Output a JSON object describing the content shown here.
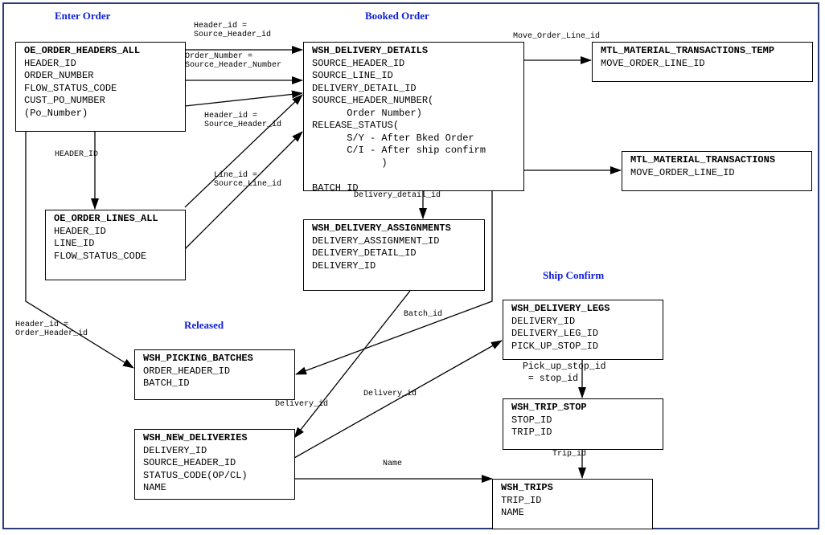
{
  "sections": {
    "enter_order": "Enter Order",
    "booked_order": "Booked Order",
    "released": "Released",
    "ship_confirm": "Ship Confirm"
  },
  "tables": {
    "oe_order_headers_all": {
      "name": "OE_ORDER_HEADERS_ALL",
      "columns": [
        "HEADER_ID",
        "ORDER_NUMBER",
        "FLOW_STATUS_CODE",
        "CUST_PO_NUMBER",
        "(Po_Number)"
      ]
    },
    "oe_order_lines_all": {
      "name": "OE_ORDER_LINES_ALL",
      "columns": [
        "HEADER_ID",
        "LINE_ID",
        "FLOW_STATUS_CODE"
      ]
    },
    "wsh_delivery_details": {
      "name": "WSH_DELIVERY_DETAILS",
      "columns": [
        "SOURCE_HEADER_ID",
        "SOURCE_LINE_ID",
        "DELIVERY_DETAIL_ID",
        "SOURCE_HEADER_NUMBER(",
        "      Order Number)",
        "RELEASE_STATUS(",
        "      S/Y - After Bked Order",
        "      C/I - After ship confirm",
        "            )",
        "",
        "BATCH_ID"
      ]
    },
    "mtl_material_transactions_temp": {
      "name": "MTL_MATERIAL_TRANSACTIONS_TEMP",
      "columns": [
        "MOVE_ORDER_LINE_ID"
      ]
    },
    "mtl_material_transactions": {
      "name": "MTL_MATERIAL_TRANSACTIONS",
      "columns": [
        "MOVE_ORDER_LINE_ID"
      ]
    },
    "wsh_delivery_assignments": {
      "name": "WSH_DELIVERY_ASSIGNMENTS",
      "columns": [
        "DELIVERY_ASSIGNMENT_ID",
        "DELIVERY_DETAIL_ID",
        "DELIVERY_ID"
      ]
    },
    "wsh_picking_batches": {
      "name": "WSH_PICKING_BATCHES",
      "columns": [
        "ORDER_HEADER_ID",
        "BATCH_ID"
      ]
    },
    "wsh_new_deliveries": {
      "name": "WSH_NEW_DELIVERIES",
      "columns": [
        "DELIVERY_ID",
        "SOURCE_HEADER_ID",
        "STATUS_CODE(OP/CL)",
        "NAME"
      ]
    },
    "wsh_delivery_legs": {
      "name": "WSH_DELIVERY_LEGS",
      "columns": [
        "DELIVERY_ID",
        "DELIVERY_LEG_ID",
        "PICK_UP_STOP_ID"
      ]
    },
    "wsh_trip_stop": {
      "name": "WSH_TRIP_STOP",
      "columns": [
        "STOP_ID",
        "TRIP_ID"
      ]
    },
    "wsh_trips": {
      "name": "WSH_TRIPS",
      "columns": [
        "TRIP_ID",
        "NAME"
      ]
    }
  },
  "relations": {
    "header_source_header_top": "Header_id =\nSource_Header_id",
    "order_number_source": "Order_Number =\nSource_Header_Number",
    "header_source_header_mid": "Header_id =\nSource_Header_id",
    "line_source_line": "Line_id =\nSource_Line_id",
    "header_id": "HEADER_ID",
    "header_order_header": "Header_id =\nOrder_Header_id",
    "move_order_line_id": "Move_Order_Line_id",
    "delivery_detail_id": "Delivery_detail_id",
    "batch_id": "Batch_id",
    "delivery_id_left": "Delivery_id",
    "delivery_id_right": "Delivery_id",
    "pick_up_stop_id": "Pick_up_stop_id\n = stop_id",
    "trip_id": "Trip_id",
    "name": "Name"
  },
  "colors": {
    "section_heading": "#1020d8",
    "frame_border": "#2b3a78",
    "line": "#000000"
  }
}
